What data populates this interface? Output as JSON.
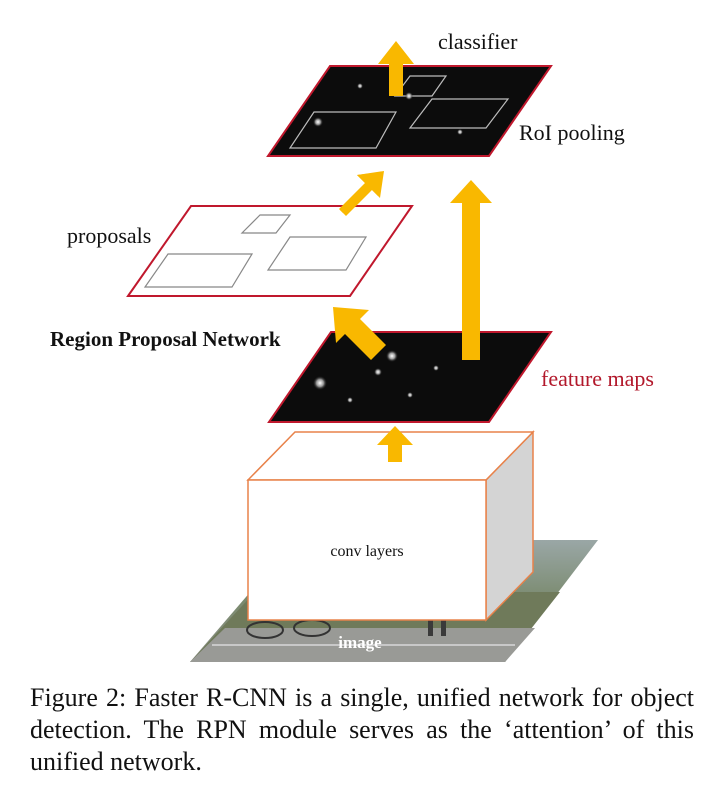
{
  "labels": {
    "classifier": "classifier",
    "roi_pooling": "RoI pooling",
    "proposals": "proposals",
    "rpn": "Region Proposal Network",
    "feature_maps": "feature maps",
    "conv_layers": "conv layers",
    "image": "image"
  },
  "caption": "Figure 2: Faster R-CNN is a single, unified network for object detection. The RPN module serves as the ‘attention’ of this unified network.",
  "colors": {
    "arrow": "#f9b800",
    "plane_border": "#c0182d",
    "feature_maps_text": "#b2182b",
    "conv_border": "#e8824a",
    "conv_side": "#d4d4d4",
    "map_fill": "#0c0c0c"
  }
}
